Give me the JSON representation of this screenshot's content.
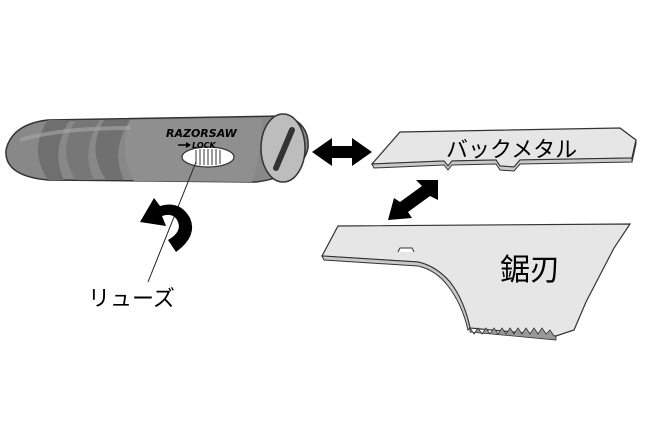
{
  "labels": {
    "back_metal": "バックメタル",
    "blade": "鋸刃",
    "screw": "リューズ",
    "brand": "RAZORSAW",
    "lock": "LOCK"
  },
  "colors": {
    "handle_dark": "#7d7d7d",
    "handle_light": "#9a9a9a",
    "plate_fill": "#e6e6e6",
    "outline": "#333333",
    "arrow": "#000000"
  }
}
